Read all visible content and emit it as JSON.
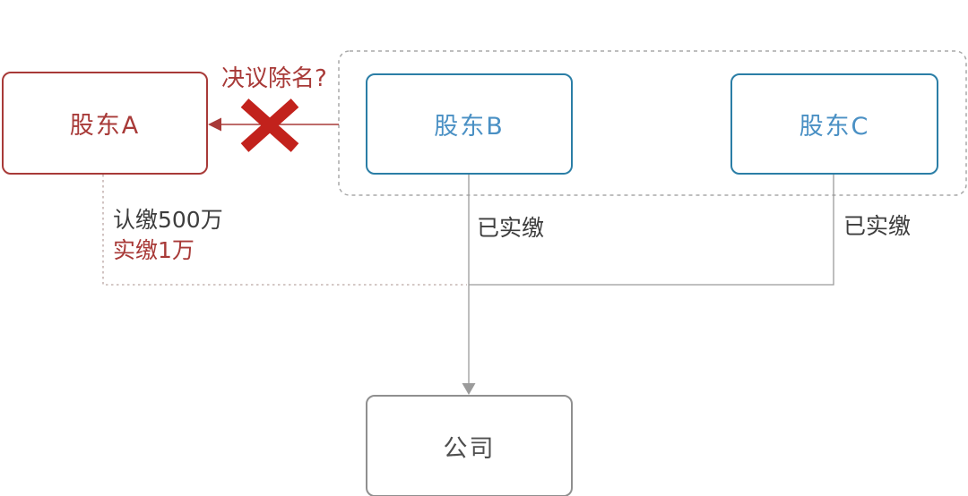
{
  "diagram": {
    "nodes": {
      "shareholder_a": {
        "label": "股东A"
      },
      "shareholder_b": {
        "label": "股东B"
      },
      "shareholder_c": {
        "label": "股东C"
      },
      "company": {
        "label": "公司"
      }
    },
    "annotations": {
      "expulsion_question": "决议除名?",
      "a_subscribed_capital": "认缴500万",
      "a_paid_capital": "实缴1万",
      "b_paid_status": "已实缴",
      "c_paid_status": "已实缴"
    },
    "icons": {
      "x_mark": "rejection-cross",
      "arrow_left": "arrow-to-shareholder-a",
      "arrow_down": "arrow-to-company"
    }
  },
  "colors": {
    "red_accent": "#a83a38",
    "x_red": "#c2221c",
    "blue_border": "#2b7ea6",
    "blue_text": "#4a90c4",
    "gray_line": "#9b9b9b",
    "gray_border": "#8f8f8f",
    "dark_text": "#3d3d3d",
    "dashed_gray": "#a8a8a8",
    "dotted_warm_gray": "#c6b6b4"
  }
}
